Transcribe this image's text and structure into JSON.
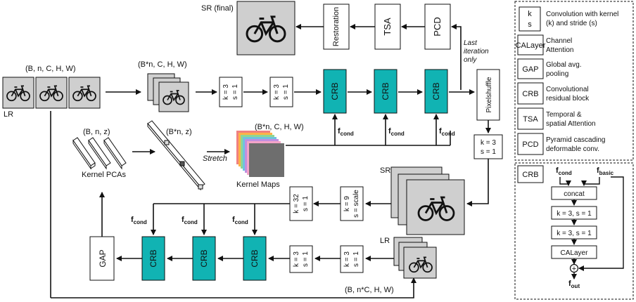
{
  "labels": {
    "sr_final": "SR (final)",
    "restoration": "Restoration",
    "tsa": "TSA",
    "pcd": "PCD",
    "last_iteration_1": "Last",
    "last_iteration_2": "iteration",
    "last_iteration_3": "only",
    "pixelshuffle": "Pixelshuffle",
    "input_shape": "(B, n, C, H, W)",
    "flat_shape": "(B*n, C, H, W)",
    "lr": "LR",
    "pca_shape": "(B, n, z)",
    "pca_flat_shape": "(B*n, z)",
    "stretch": "Stretch",
    "kernel_maps_shape": "(B*n, C, H, W)",
    "kernel_pcas": "Kernel PCAs",
    "kernel_maps": "Kernel Maps",
    "crb": "CRB",
    "gap": "GAP",
    "f_cond_base": "f",
    "f_cond_sub": "cond",
    "sr": "SR",
    "lr2": "LR",
    "bottom_shape": "(B, n*C, H, W)"
  },
  "convs": {
    "k3": "k = 3",
    "s1": "s = 1",
    "k32": "k = 32",
    "k9": "k = 9",
    "s_scale": "s = scale"
  },
  "legend": {
    "conv_k": "k",
    "conv_s": "s",
    "conv_desc_1": "Convolution with kernel",
    "conv_desc_2": "(k) and stride (s)",
    "calayer": "CALayer",
    "calayer_desc_1": "Channel",
    "calayer_desc_2": "Attention",
    "gap": "GAP",
    "gap_desc_1": "Global avg.",
    "gap_desc_2": "pooling",
    "crb": "CRB",
    "crb_desc_1": "Convolutional",
    "crb_desc_2": "residual block",
    "tsa": "TSA",
    "tsa_desc_1": "Temporal &",
    "tsa_desc_2": "spatial Attention",
    "pcd": "PCD",
    "pcd_desc_1": "Pyramid cascading",
    "pcd_desc_2": "deformable conv."
  },
  "crb_detail": {
    "title": "CRB",
    "f": "f",
    "cond": "cond",
    "basic": "basic",
    "concat": "concat",
    "conv1": "k = 3, s = 1",
    "conv2": "k = 3, s = 1",
    "calayer": "CALayer",
    "out": "out",
    "plus": "+"
  },
  "colors": {
    "crb_fill": "#11b3b3",
    "image_fill": "#cfcfcf",
    "line": "#111111"
  }
}
